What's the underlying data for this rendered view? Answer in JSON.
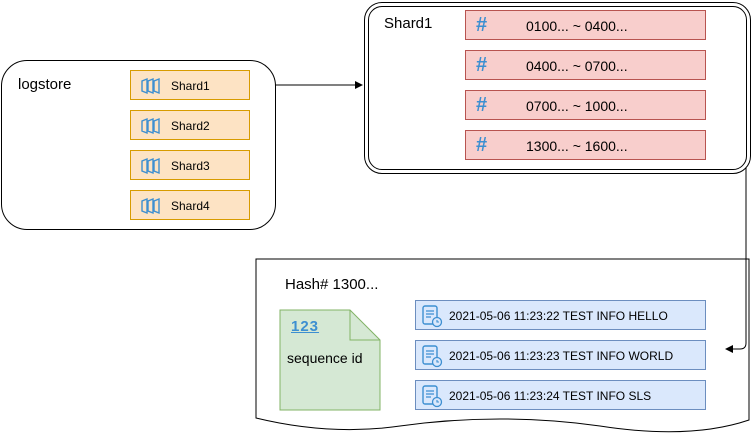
{
  "logstore": {
    "title": "logstore",
    "shards": [
      "Shard1",
      "Shard2",
      "Shard3",
      "Shard4"
    ]
  },
  "shard_detail": {
    "title": "Shard1",
    "ranges": [
      "0100... ~ 0400...",
      "0400... ~ 0700...",
      "0700... ~ 1000...",
      "1300... ~ 1600..."
    ],
    "range_icon": "#"
  },
  "hash_doc": {
    "title": "Hash# 1300...",
    "sequence_label": "sequence id",
    "sequence_number": "123",
    "logs": [
      "2021-05-06 11:23:22 TEST INFO HELLO",
      "2021-05-06 11:23:23 TEST INFO WORLD",
      "2021-05-06 11:23:24 TEST INFO SLS"
    ]
  },
  "colors": {
    "shard_fill": "#fde3c4",
    "shard_border": "#d79b00",
    "range_fill": "#f8cecc",
    "range_border": "#b85450",
    "log_fill": "#dae8fc",
    "log_border": "#6c8ebf",
    "note_fill": "#d5e8d4",
    "note_border": "#82b366",
    "icon_blue": "#3d8fd1"
  }
}
